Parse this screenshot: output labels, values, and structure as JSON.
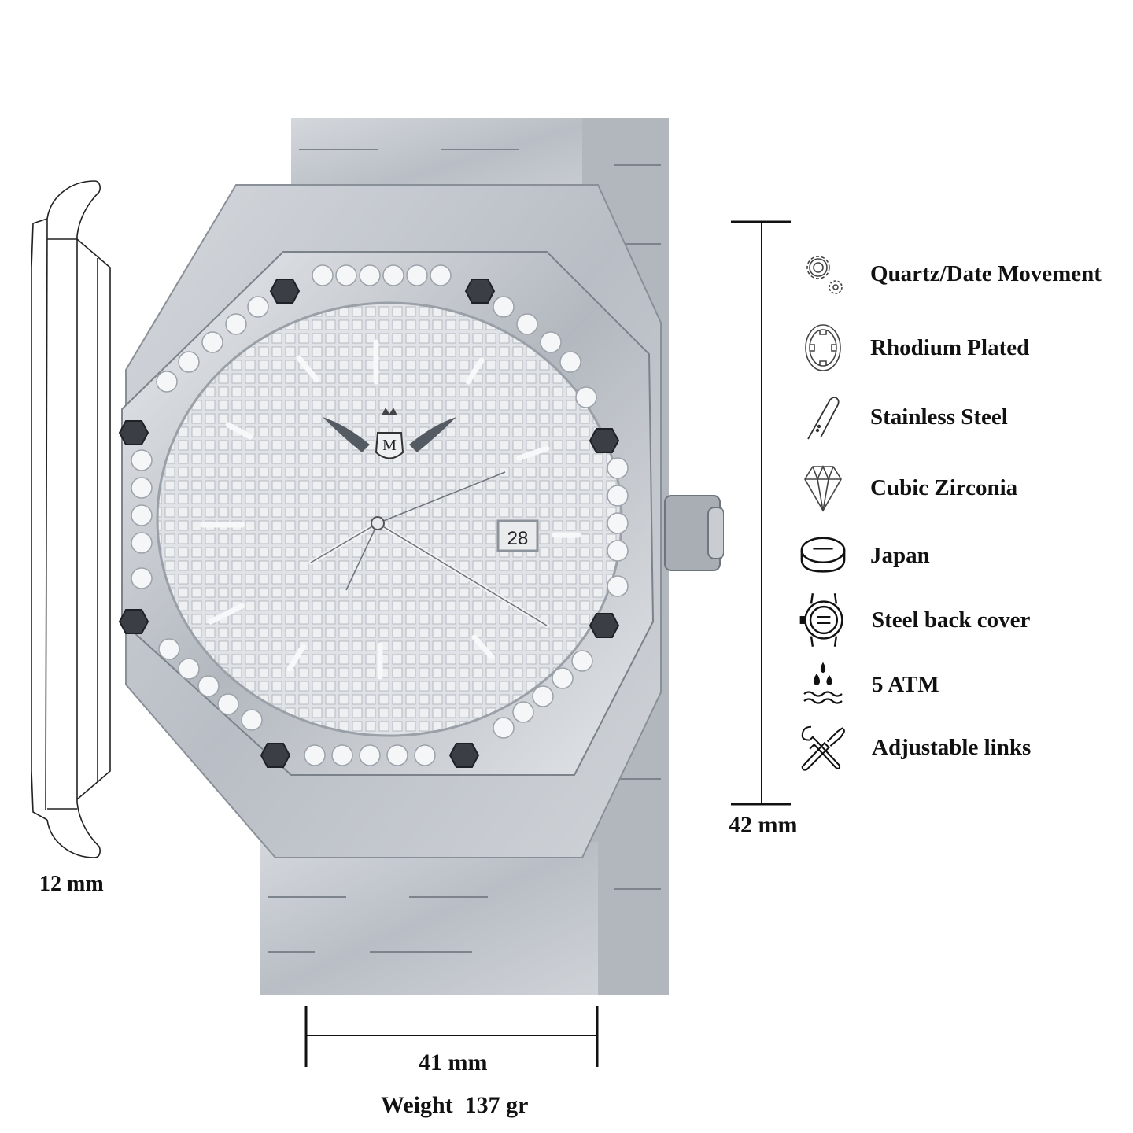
{
  "product": {
    "brand_mark": "M",
    "date_window": "28",
    "colors": {
      "steel": "#c7ccd2",
      "steel_dark": "#8f959c",
      "dial": "#dde0e4",
      "ink": "#111111"
    }
  },
  "dimensions": {
    "thickness": "12 mm",
    "height": "42 mm",
    "width": "41 mm",
    "weight": "Weight  137 gr"
  },
  "features": [
    {
      "icon": "gears-icon",
      "label": "Quartz/Date Movement"
    },
    {
      "icon": "rhodium-ring-icon",
      "label": "Rhodium Plated"
    },
    {
      "icon": "steel-bar-icon",
      "label": "Stainless Steel"
    },
    {
      "icon": "diamond-icon",
      "label": "Cubic Zirconia"
    },
    {
      "icon": "battery-cell-icon",
      "label": "Japan"
    },
    {
      "icon": "watch-back-icon",
      "label": "Steel back cover"
    },
    {
      "icon": "water-drops-icon",
      "label": "5 ATM"
    },
    {
      "icon": "tools-icon",
      "label": "Adjustable links"
    }
  ]
}
